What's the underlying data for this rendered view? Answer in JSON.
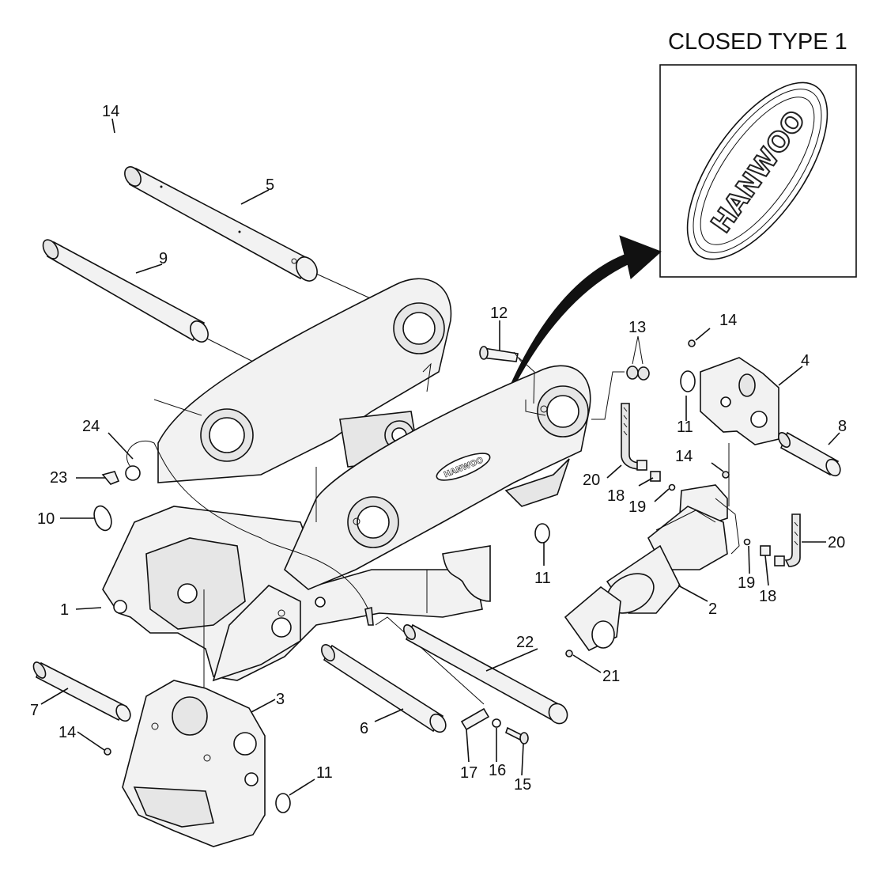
{
  "inset": {
    "title": "CLOSED TYPE 1",
    "logo_text": "HANWOO"
  },
  "callouts": [
    "14",
    "5",
    "9",
    "12",
    "13",
    "14",
    "4",
    "24",
    "11",
    "8",
    "23",
    "20",
    "14",
    "18",
    "19",
    "10",
    "11",
    "1",
    "20",
    "19",
    "18",
    "2",
    "22",
    "21",
    "7",
    "3",
    "14",
    "6",
    "17",
    "16",
    "15",
    "11"
  ]
}
